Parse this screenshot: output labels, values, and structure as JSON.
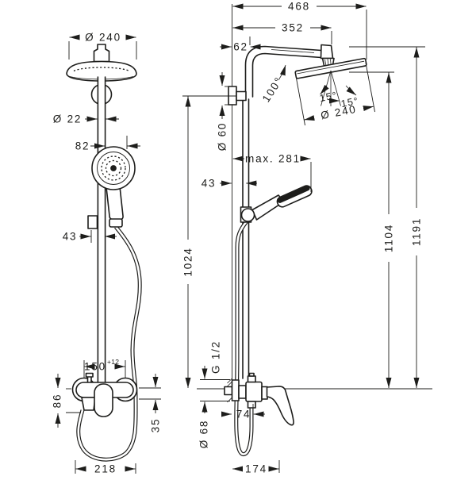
{
  "drawing_title": "Showerpipe technical dimension drawing",
  "views": {
    "front": {
      "head_diameter": "Ø 240",
      "pipe_diameter": "Ø 22",
      "handshower_offset": "82",
      "holder_offset": "43",
      "faucet_hole_distance": "150",
      "faucet_hole_tolerance": "+12",
      "faucet_center_height": "86",
      "escutcheon_offset": "35",
      "hose_loop_width": "218"
    },
    "side": {
      "overall_depth": "468",
      "arm_projection": "352",
      "wall_to_riser": "62",
      "bracket_escutcheon_diameter": "Ø 60",
      "arm_angle": "100°",
      "head_tilt_back": "15°",
      "head_tilt_forward": "15°",
      "head_diameter": "Ø 240",
      "handshower_max_reach": "max. 281",
      "wall_to_bar": "43",
      "bar_top_height": "1024",
      "head_face_height": "1104",
      "overall_height": "1191",
      "supply_thread": "G 1/2",
      "faucet_escutcheon_diameter": "Ø 68",
      "wall_to_hose": "74",
      "faucet_depth": "174"
    }
  },
  "colors": {
    "line": "#1d1d1b",
    "background": "#ffffff"
  }
}
